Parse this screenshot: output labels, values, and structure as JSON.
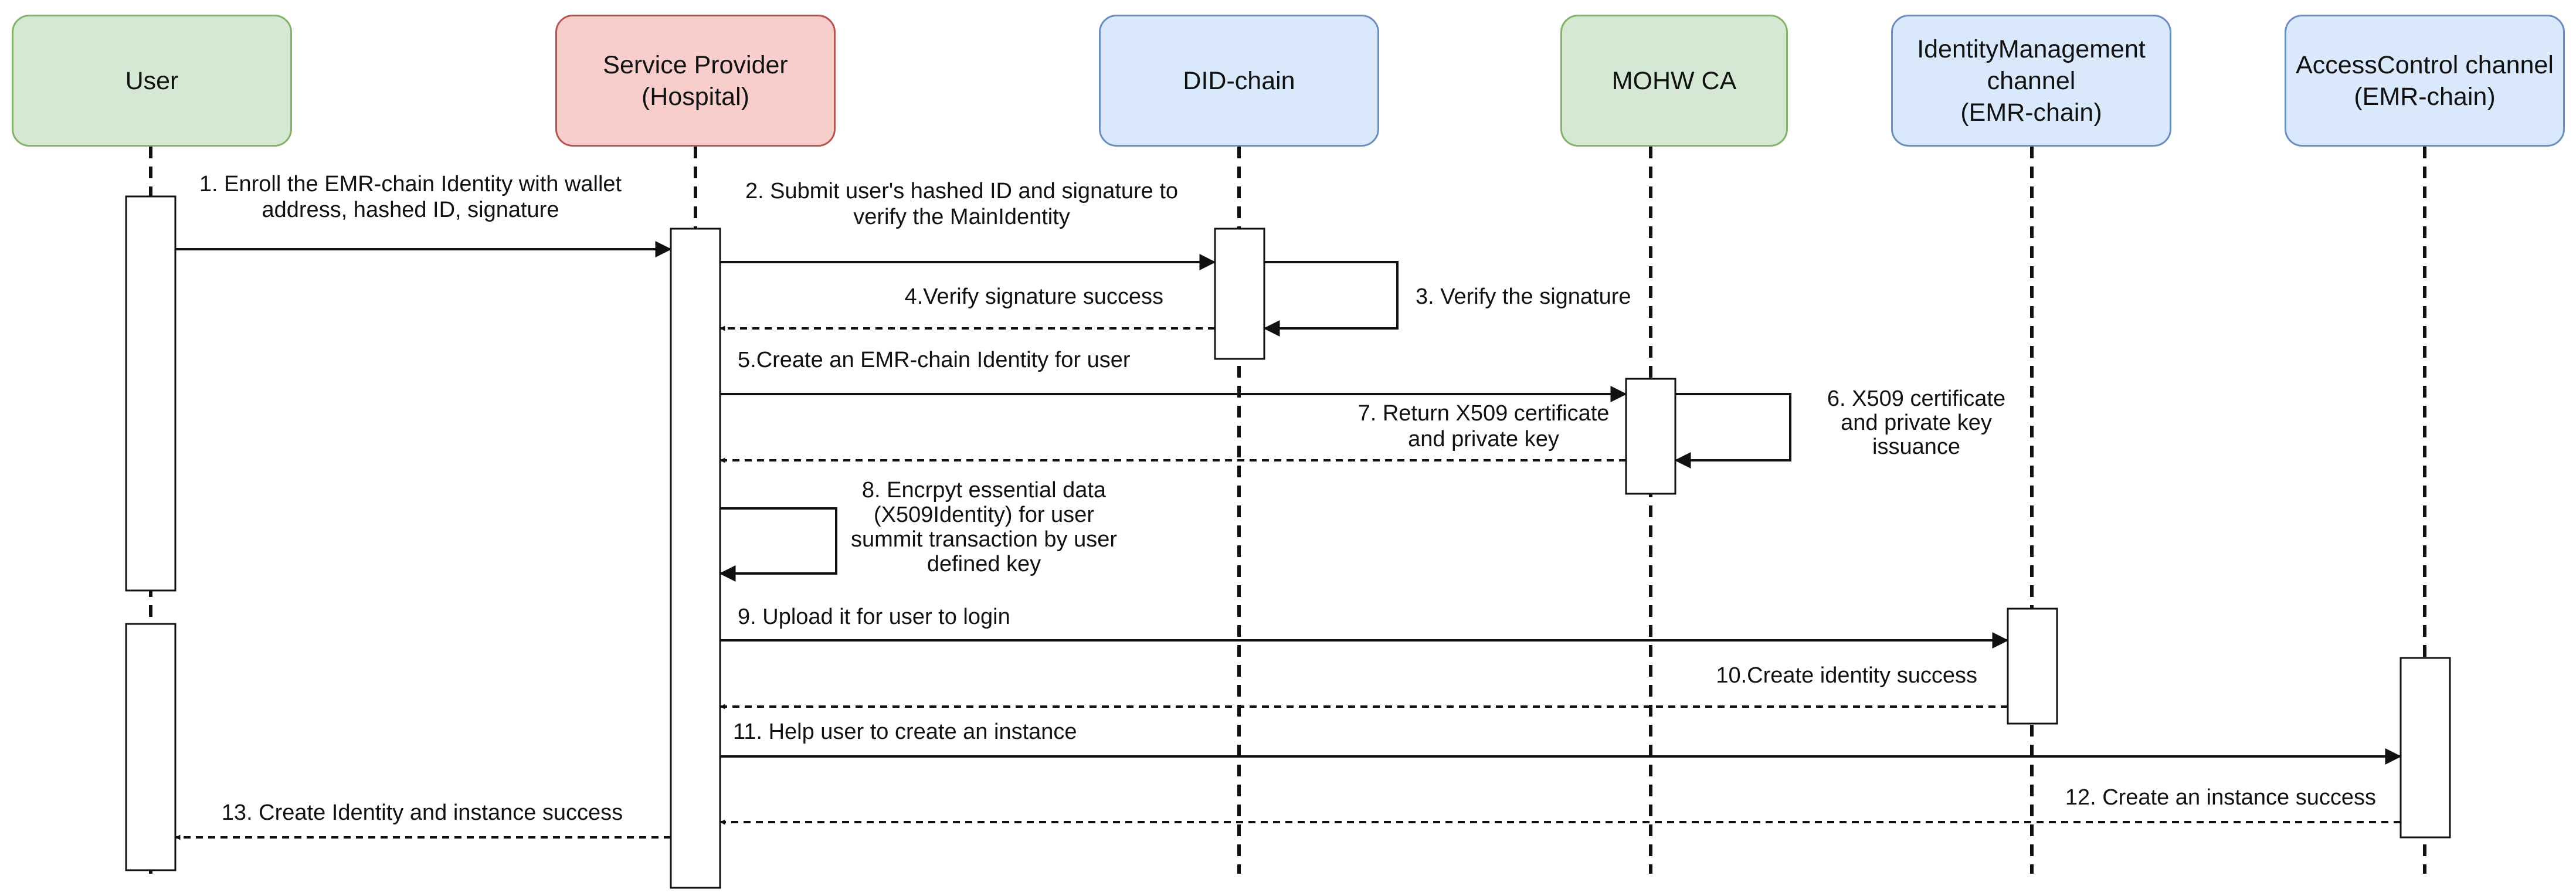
{
  "participants": {
    "user": "User",
    "sp": "Service Provider\n(Hospital)",
    "did": "DID-chain",
    "mohw": "MOHW CA",
    "idm": "IdentityManagement\nchannel\n(EMR-chain)",
    "ac": "AccessControl channel\n(EMR-chain)"
  },
  "messages": {
    "m1": [
      "1. Enroll the EMR-chain Identity with wallet",
      "address, hashed ID, signature"
    ],
    "m2": [
      "2. Submit user's hashed ID and signature to",
      "verify the MainIdentity"
    ],
    "m3": [
      "3. Verify the signature"
    ],
    "m4": [
      "4.Verify signature success"
    ],
    "m5": [
      "5.Create an EMR-chain Identity for user"
    ],
    "m6": [
      "6. X509 certificate",
      "and private key",
      "issuance"
    ],
    "m7": [
      "7. Return X509 certificate",
      "and private key"
    ],
    "m8": [
      "8. Encrpyt essential data",
      "(X509Identity) for user",
      "summit transaction by user",
      "defined key"
    ],
    "m9": [
      "9. Upload it for user to login"
    ],
    "m10": [
      "10.Create identity success"
    ],
    "m11": [
      "11. Help user to create an instance"
    ],
    "m12": [
      "12. Create an instance success"
    ],
    "m13": [
      "13. Create Identity and instance success"
    ]
  },
  "colors": {
    "user_fill": "#d5e8d4",
    "user_stroke": "#82b366",
    "sp_fill": "#f8cecc",
    "sp_stroke": "#b85450",
    "chain_fill": "#dae8fc",
    "chain_stroke": "#6c8ebf",
    "line": "#111111"
  }
}
